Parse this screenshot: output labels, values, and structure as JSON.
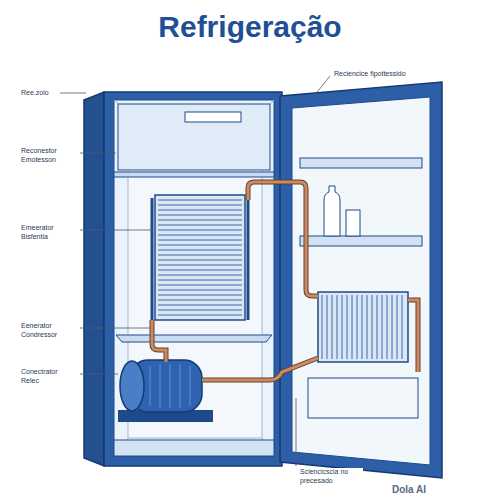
{
  "diagram": {
    "title": "Refrigeração",
    "labels": [
      "Ree.zolo",
      "Reconestor Emotesson",
      "Emeerator Bisfentia",
      "Eenerator Condressor",
      "Conectrator Relec",
      "Reciencice fipottessido",
      "Sciencicscia no precesado",
      "Dola AI"
    ]
  }
}
